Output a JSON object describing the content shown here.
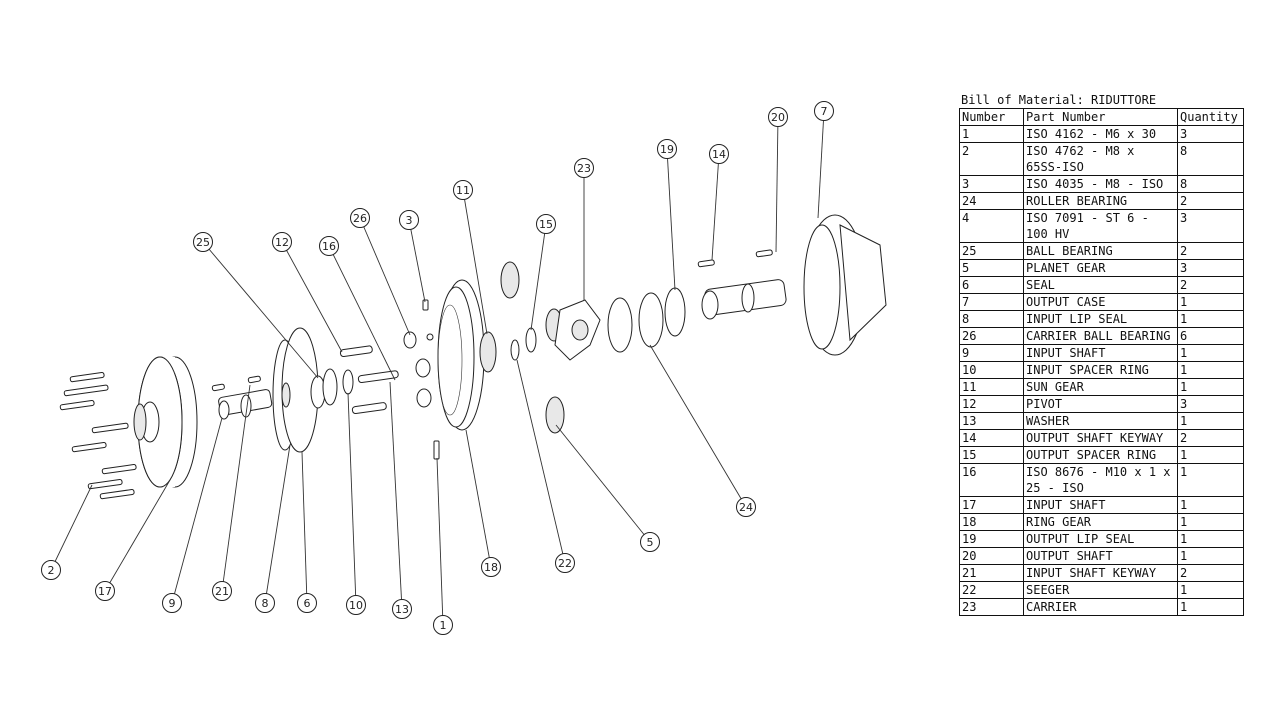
{
  "bom": {
    "title": "Bill of Material: RIDUTTORE",
    "columns": [
      "Number",
      "Part Number",
      "Quantity"
    ],
    "rows": [
      [
        "1",
        "ISO 4162 - M6 x 30",
        "3"
      ],
      [
        "2",
        "ISO 4762 - M8 x 65SS-ISO",
        "8"
      ],
      [
        "3",
        "ISO 4035 - M8 - ISO",
        "8"
      ],
      [
        "24",
        "ROLLER BEARING",
        "2"
      ],
      [
        "4",
        "ISO 7091 - ST 6 - 100 HV",
        "3"
      ],
      [
        "25",
        "BALL BEARING",
        "2"
      ],
      [
        "5",
        "PLANET GEAR",
        "3"
      ],
      [
        "6",
        "SEAL",
        "2"
      ],
      [
        "7",
        "OUTPUT CASE",
        "1"
      ],
      [
        "8",
        "INPUT LIP SEAL",
        "1"
      ],
      [
        "26",
        "CARRIER BALL BEARING",
        "6"
      ],
      [
        "9",
        "INPUT SHAFT",
        "1"
      ],
      [
        "10",
        "INPUT SPACER RING",
        "1"
      ],
      [
        "11",
        "SUN GEAR",
        "1"
      ],
      [
        "12",
        "PIVOT",
        "3"
      ],
      [
        "13",
        "WASHER",
        "1"
      ],
      [
        "14",
        "OUTPUT SHAFT KEYWAY",
        "2"
      ],
      [
        "15",
        "OUTPUT SPACER RING",
        "1"
      ],
      [
        "16",
        "ISO 8676 - M10 x 1 x 25 - ISO",
        "1"
      ],
      [
        "17",
        "INPUT SHAFT",
        "1"
      ],
      [
        "18",
        "RING GEAR",
        "1"
      ],
      [
        "19",
        "OUTPUT LIP SEAL",
        "1"
      ],
      [
        "20",
        "OUTPUT SHAFT",
        "1"
      ],
      [
        "21",
        "INPUT SHAFT KEYWAY",
        "2"
      ],
      [
        "22",
        "SEEGER",
        "1"
      ],
      [
        "23",
        "CARRIER",
        "1"
      ]
    ]
  },
  "balloons": [
    "1",
    "2",
    "3",
    "5",
    "6",
    "7",
    "8",
    "9",
    "10",
    "11",
    "12",
    "13",
    "14",
    "15",
    "16",
    "17",
    "18",
    "19",
    "20",
    "21",
    "22",
    "23",
    "24",
    "25",
    "26"
  ]
}
